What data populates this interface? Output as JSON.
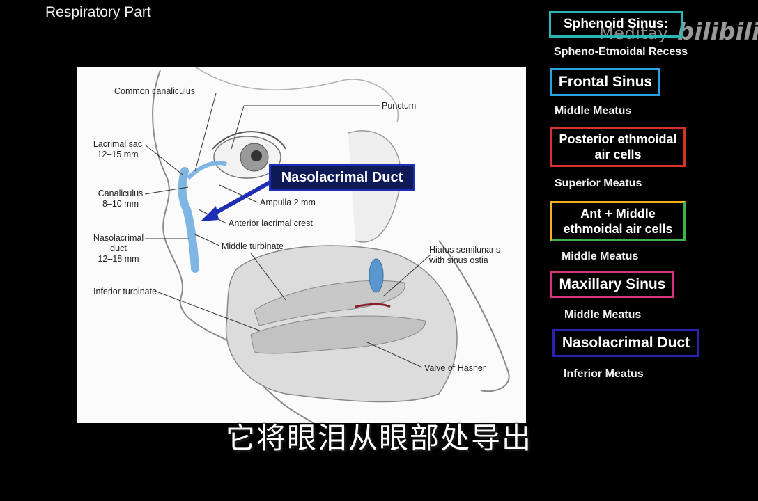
{
  "slide_title": "Respiratory Part",
  "watermark": {
    "text": "Meditay",
    "logo": "bilibili"
  },
  "diagram": {
    "labels": {
      "common_canaliculus": "Common canaliculus",
      "punctum": "Punctum",
      "lacrimal_sac": "Lacrimal sac",
      "lacrimal_sac_size": "12–15 mm",
      "canaliculus": "Canaliculus",
      "canaliculus_size": "8–10 mm",
      "ampulla": "Ampulla 2 mm",
      "anterior_lacrimal_crest": "Anterior lacrimal crest",
      "nasolacrimal": "Nasolacrimal",
      "duct": "duct",
      "nasolacrimal_size": "12–18 mm",
      "middle_turbinate": "Middle turbinate",
      "hiatus_line1": "Hiatus semilunaris",
      "hiatus_line2": "with sinus ostia",
      "inferior_turbinate": "Inferior turbinate",
      "valve_of_hasner": "Valve of Hasner"
    },
    "callout": "Nasolacrimal Duct",
    "callout_color": "#1f2fb5"
  },
  "legend": [
    {
      "title": "Sphenoid Sinus:",
      "sub": "Spheno-Etmoidal Recess",
      "color": "#2bb6b6"
    },
    {
      "title": "Frontal Sinus",
      "sub": "Middle Meatus",
      "color": "#2aa3e0"
    },
    {
      "title_line1": "Posterior ethmoidal",
      "title_line2": "air cells",
      "sub": "Superior Meatus",
      "color": "#d8322a"
    },
    {
      "title_line1": "Ant + Middle",
      "title_line2": "ethmoidal air cells",
      "sub": "Middle Meatus",
      "color_a": "#f0b21e",
      "color_b": "#3bb54a"
    },
    {
      "title": "Maxillary Sinus",
      "sub": "Middle Meatus",
      "color": "#d6337f"
    },
    {
      "title": "Nasolacrimal Duct",
      "sub": "Inferior Meatus",
      "color": "#2424b0"
    }
  ],
  "subtitle": "它将眼泪从眼部处导出"
}
